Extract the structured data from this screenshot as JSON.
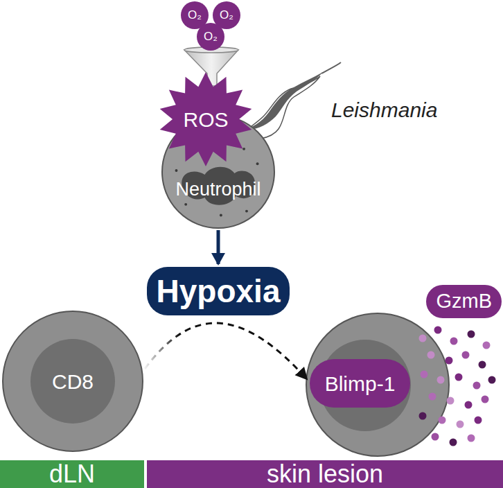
{
  "diagram": {
    "nodes": [
      {
        "text": [
          "O₂"
        ]
      },
      {
        "text": [
          "O₂"
        ]
      },
      {
        "text": [
          "O₂"
        ]
      },
      {
        "text": [
          "ROS"
        ]
      },
      {
        "text": [
          "Neutrophil"
        ]
      },
      {
        "text": [
          "Hypoxia"
        ]
      },
      {
        "text": [
          "CD8"
        ]
      },
      {
        "text": [
          "Blimp-1"
        ]
      },
      {
        "text": [
          "GzmB"
        ]
      },
      {
        "text": [
          "dLN"
        ]
      },
      {
        "text": [
          "skin lesion"
        ]
      }
    ],
    "edges": [
      {
        "from": 4,
        "to": 5,
        "arrow": "to"
      },
      {
        "from": 6,
        "to": 7,
        "arrow": "to"
      }
    ],
    "labels": [
      "Leishmania"
    ]
  }
}
